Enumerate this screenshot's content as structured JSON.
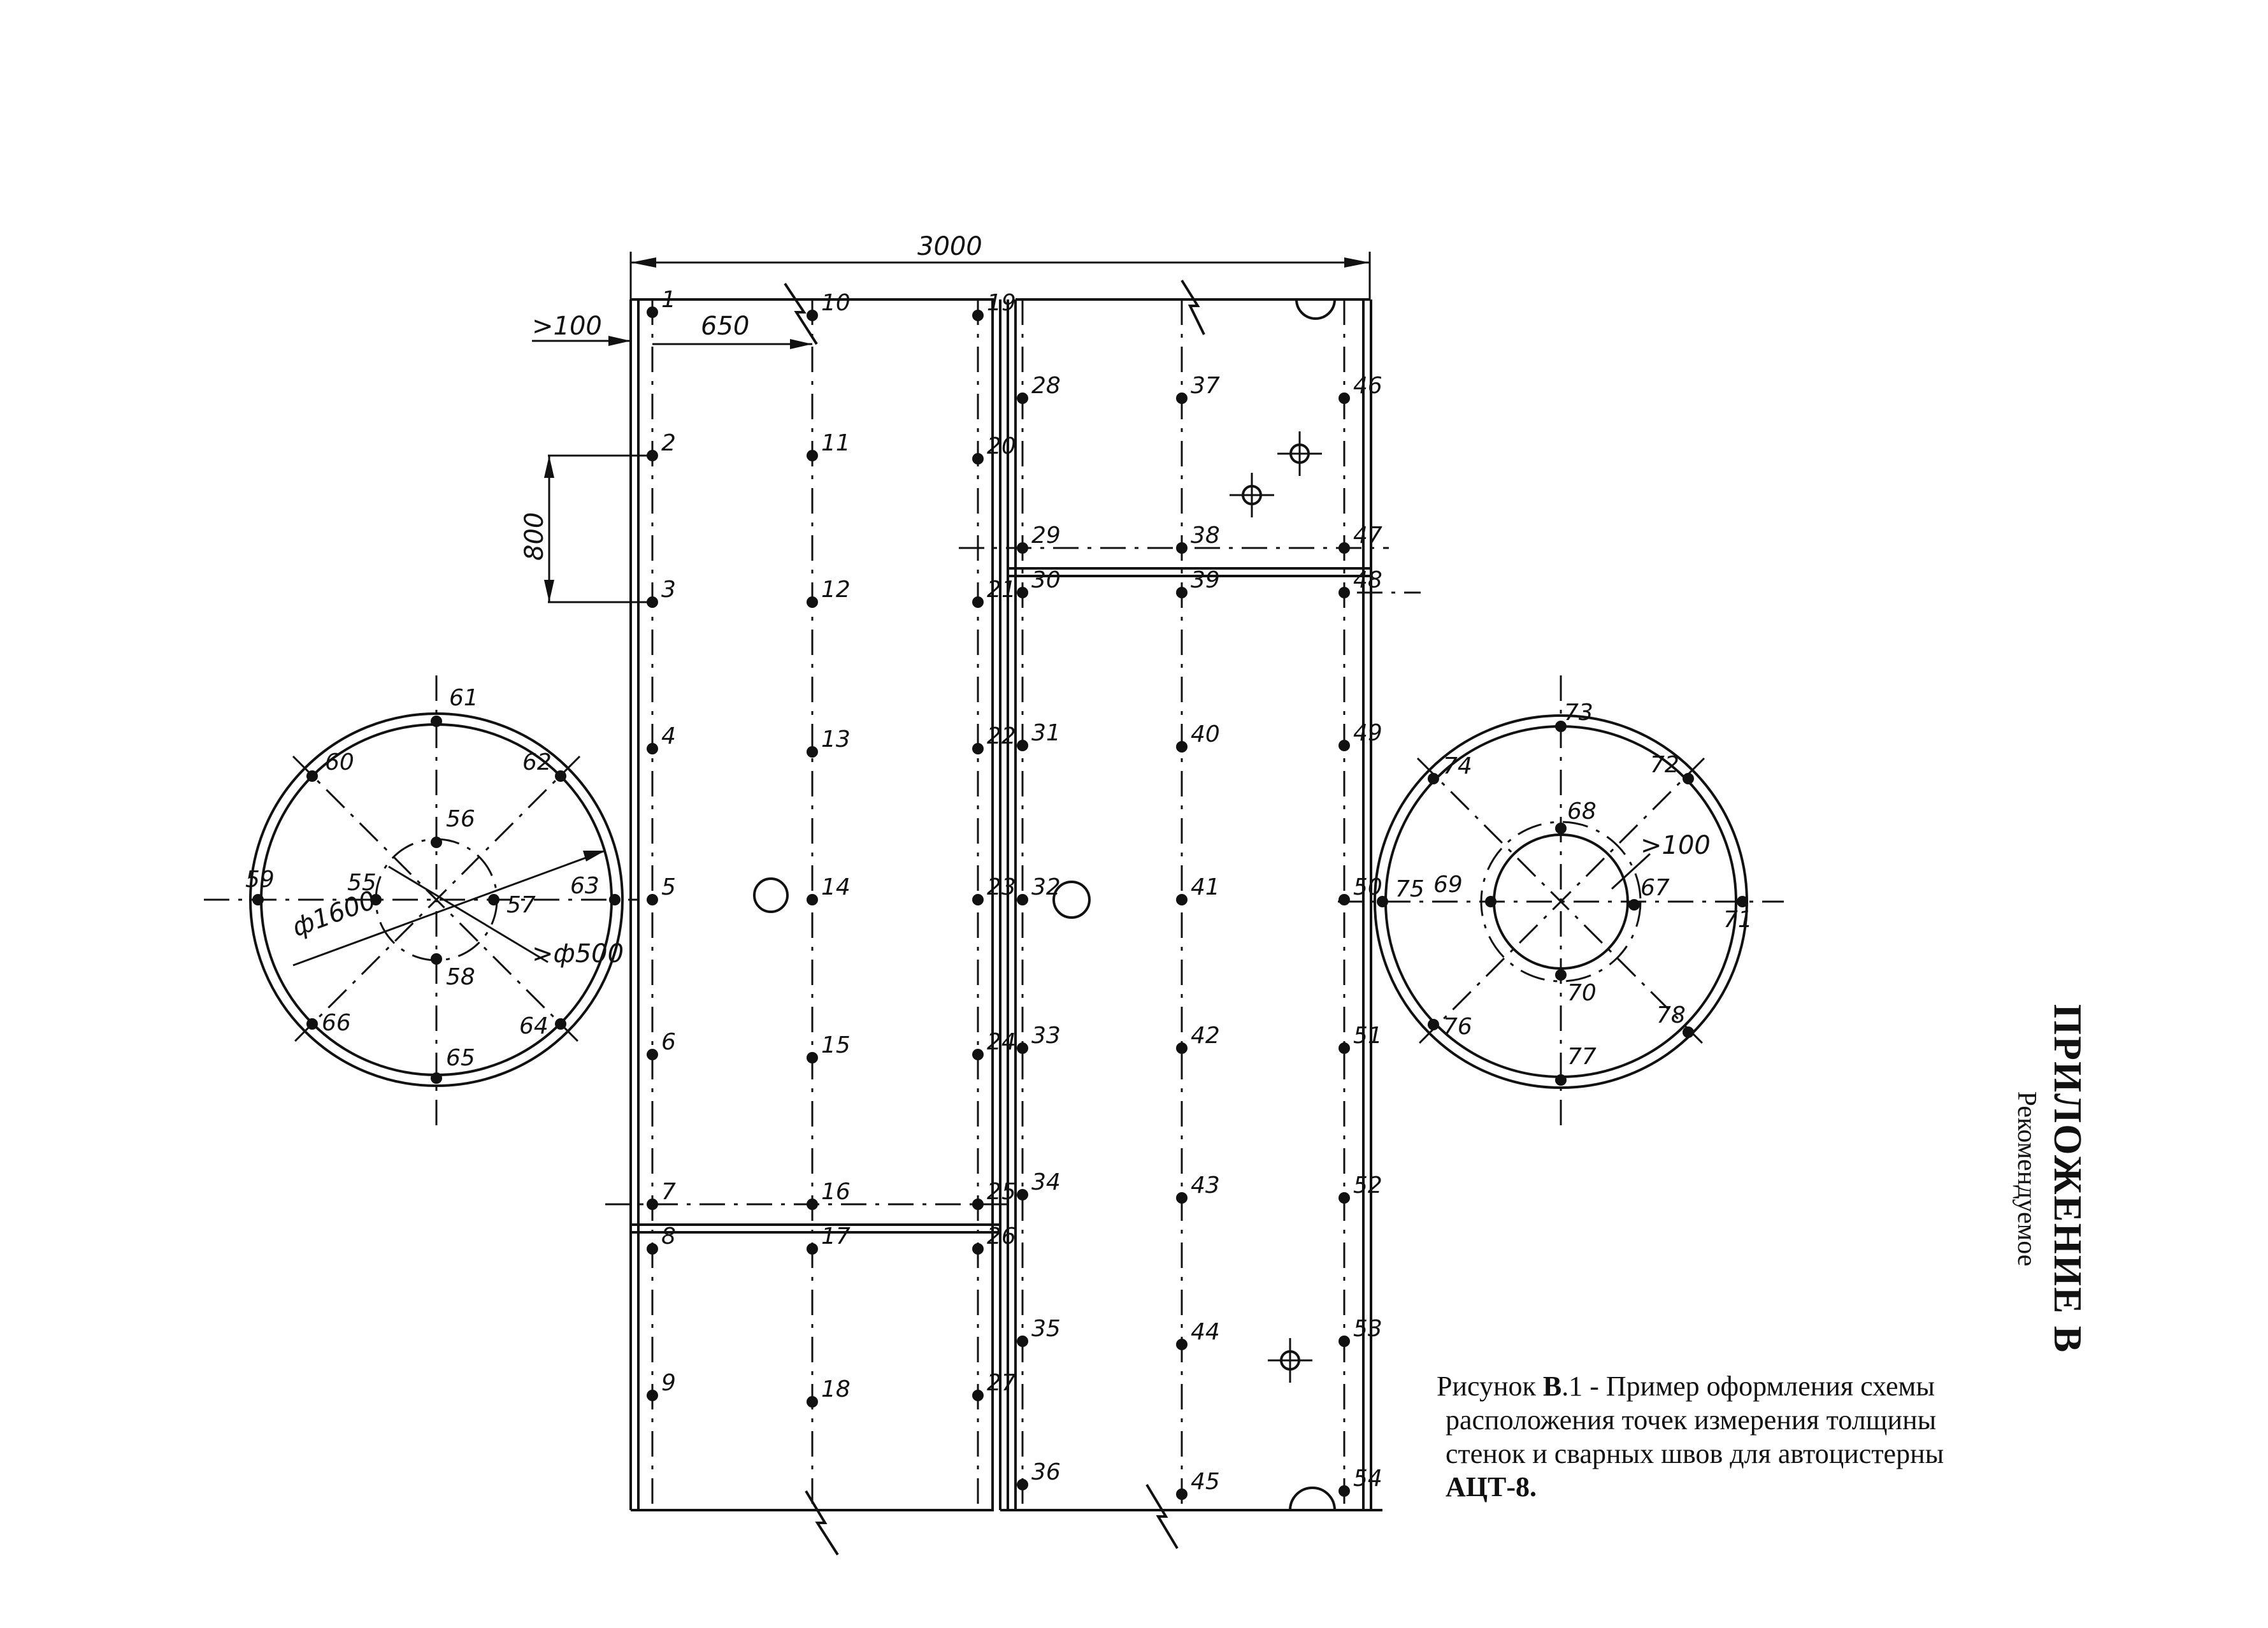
{
  "appendix": {
    "title": "ПРИЛОЖЕНИЕ  В",
    "subtitle": "Рекомендуемое"
  },
  "caption": {
    "prefix": "Рисунок ",
    "letter": "В",
    "line1_rest": ".1 - Пример оформления схемы",
    "line2": "расположения точек измерения толщины",
    "line3": "стенок и сварных швов для автоцистерны",
    "line4": "АЦТ-8."
  },
  "dimensions": {
    "width": "3000",
    "offset": ">100",
    "spacing_h": "650",
    "spacing_v": "800",
    "circle_d": "ф1600",
    "hatch_d": ">ф500",
    "offset_right": ">100"
  },
  "points": {
    "1": "1",
    "2": "2",
    "3": "3",
    "4": "4",
    "5": "5",
    "6": "6",
    "7": "7",
    "8": "8",
    "9": "9",
    "10": "10",
    "11": "11",
    "12": "12",
    "13": "13",
    "14": "14",
    "15": "15",
    "16": "16",
    "17": "17",
    "18": "18",
    "19": "19",
    "20": "20",
    "21": "21",
    "22": "22",
    "23": "23",
    "24": "24",
    "25": "25",
    "26": "26",
    "27": "27",
    "28": "28",
    "29": "29",
    "30": "30",
    "31": "31",
    "32": "32",
    "33": "33",
    "34": "34",
    "35": "35",
    "36": "36",
    "37": "37",
    "38": "38",
    "39": "39",
    "40": "40",
    "41": "41",
    "42": "42",
    "43": "43",
    "44": "44",
    "45": "45",
    "46": "46",
    "47": "47",
    "48": "48",
    "49": "49",
    "50": "50",
    "51": "51",
    "52": "52",
    "53": "53",
    "54": "54",
    "55": "55",
    "56": "56",
    "57": "57",
    "58": "58",
    "59": "59",
    "60": "60",
    "61": "61",
    "62": "62",
    "63": "63",
    "64": "64",
    "65": "65",
    "66": "66",
    "67": "67",
    "68": "68",
    "69": "69",
    "70": "70",
    "71": "71",
    "72": "72",
    "73": "73",
    "74": "74",
    "75": "75",
    "76": "76",
    "77": "77",
    "78": "78"
  }
}
